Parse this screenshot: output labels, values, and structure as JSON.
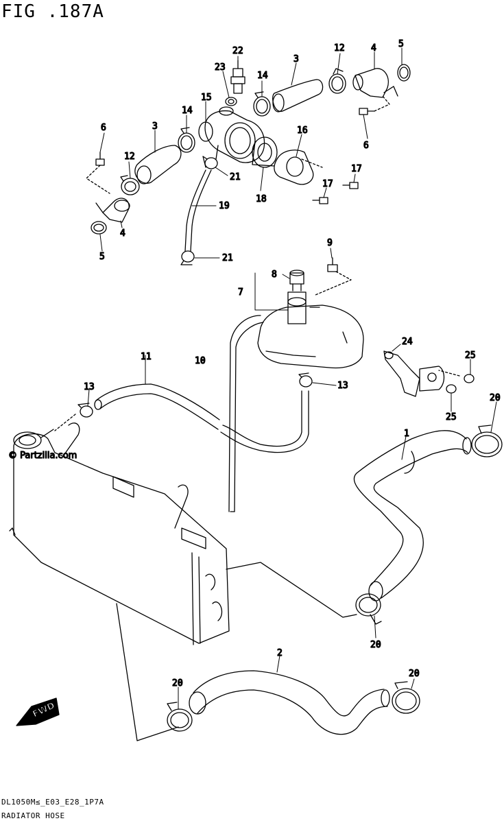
{
  "figure_title": "FIG .187A",
  "watermark": "© Partzilla.com",
  "fwd_label": "FWD",
  "footer": {
    "code": "DL1050M≤_E03_E28_1P7A",
    "caption": "RADIATOR HOSE"
  },
  "callouts": [
    {
      "id": "c22",
      "label": "22"
    },
    {
      "id": "c23",
      "label": "23"
    },
    {
      "id": "c14a",
      "label": "14"
    },
    {
      "id": "c15",
      "label": "15"
    },
    {
      "id": "c14b",
      "label": "14"
    },
    {
      "id": "c3a",
      "label": "3"
    },
    {
      "id": "c12a",
      "label": "12"
    },
    {
      "id": "c4a",
      "label": "4"
    },
    {
      "id": "c5a",
      "label": "5"
    },
    {
      "id": "c6a",
      "label": "6"
    },
    {
      "id": "c3b",
      "label": "3"
    },
    {
      "id": "c6b",
      "label": "6"
    },
    {
      "id": "c12b",
      "label": "12"
    },
    {
      "id": "c16",
      "label": "16"
    },
    {
      "id": "c17a",
      "label": "17"
    },
    {
      "id": "c17b",
      "label": "17"
    },
    {
      "id": "c21a",
      "label": "21"
    },
    {
      "id": "c18",
      "label": "18"
    },
    {
      "id": "c4b",
      "label": "4"
    },
    {
      "id": "c19",
      "label": "19"
    },
    {
      "id": "c5b",
      "label": "5"
    },
    {
      "id": "c21b",
      "label": "21"
    },
    {
      "id": "c9",
      "label": "9"
    },
    {
      "id": "c8",
      "label": "8"
    },
    {
      "id": "c7",
      "label": "7"
    },
    {
      "id": "c24",
      "label": "24"
    },
    {
      "id": "c25a",
      "label": "25"
    },
    {
      "id": "c11",
      "label": "11"
    },
    {
      "id": "c10",
      "label": "10"
    },
    {
      "id": "c13a",
      "label": "13"
    },
    {
      "id": "c13b",
      "label": "13"
    },
    {
      "id": "c25b",
      "label": "25"
    },
    {
      "id": "c20a",
      "label": "20"
    },
    {
      "id": "c1",
      "label": "1"
    },
    {
      "id": "c20b",
      "label": "20"
    },
    {
      "id": "c2",
      "label": "2"
    },
    {
      "id": "c20c",
      "label": "20"
    },
    {
      "id": "c20d",
      "label": "20"
    }
  ]
}
